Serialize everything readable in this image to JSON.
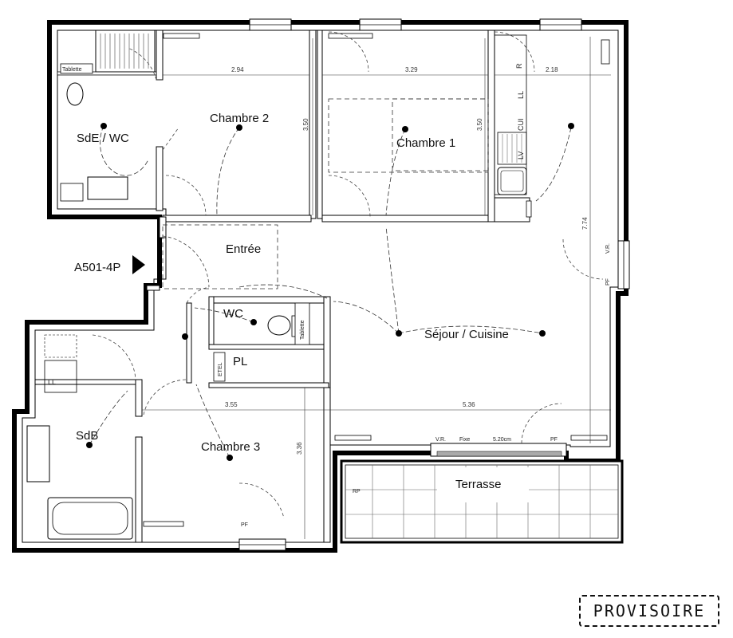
{
  "rooms": {
    "sde_wc": "SdE / WC",
    "chambre2": "Chambre 2",
    "chambre1": "Chambre 1",
    "entree": "Entrée",
    "wc": "WC",
    "pl": "PL",
    "sejour": "Séjour / Cuisine",
    "sdb": "SdB",
    "chambre3": "Chambre 3",
    "terrasse": "Terrasse"
  },
  "unit_label": "A501-4P",
  "stamp": "PROVISOIRE",
  "dimensions": {
    "d294": "2.94",
    "d329": "3.29",
    "d218": "2.18",
    "d350a": "3.50",
    "d350b": "3.50",
    "d774": "7.74",
    "d355": "3.55",
    "d536": "5.36",
    "d336": "3.36"
  },
  "annotations": {
    "tablette_top": "Tablette",
    "tablette_wc": "Tablette",
    "ll_kitchen": "LL",
    "cui": "CUI",
    "lv": "LV",
    "r": "R",
    "ll_bath": "LL",
    "etel": "ETEL",
    "rp": "RP",
    "vr": "V.R.",
    "pf": "PF",
    "fixe": "Fixe",
    "width_520": "5.20cm"
  }
}
